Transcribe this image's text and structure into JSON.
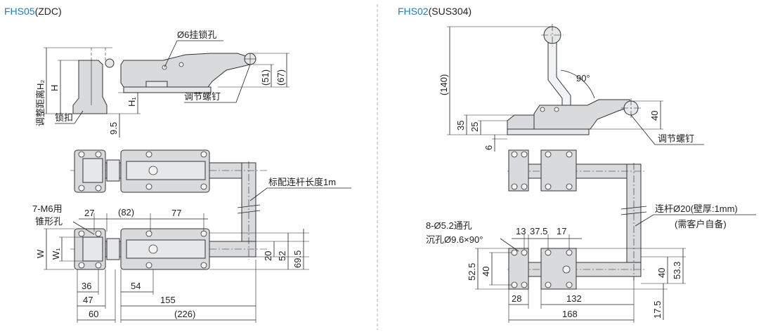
{
  "left": {
    "model_code": "FHS05",
    "material": "(ZDC)",
    "labels": {
      "lock_hole": "Ø6挂锁孔",
      "adjust_screw": "调节螺钉",
      "adjust_distance": "调整距离H₂",
      "buckle": "锁扣",
      "rod_standard": "标配连杆长度1m",
      "m6_line1": "7-M6用",
      "m6_line2": "锥形孔"
    },
    "dims": {
      "H": "H",
      "H1": "H₁",
      "d9_5": "9.5",
      "d51": "(51)",
      "d67": "(67)",
      "d27": "27",
      "d82": "(82)",
      "d77": "77",
      "W": "W",
      "W1": "W₁",
      "d36": "36",
      "d54": "54",
      "d47": "47",
      "d155": "155",
      "d60": "60",
      "d226": "(226)",
      "d20": "20",
      "d52": "52",
      "d69_5": "69.5"
    }
  },
  "right": {
    "model_code": "FHS02",
    "material": "(SUS304)",
    "labels": {
      "adjust_screw": "调节螺钉",
      "rod_line1": "连杆Ø20(壁厚:1mm)",
      "rod_line2": "(需客户自备)",
      "hole_line1": "8-Ø5.2通孔",
      "hole_line2": "沉孔Ø9.6×90°"
    },
    "dims": {
      "d140": "(140)",
      "d90": "90°",
      "d35": "35",
      "d25": "25",
      "d40_side": "40",
      "d6": "6",
      "d13": "13",
      "d37_5": "37.5",
      "d17": "17",
      "d52_5": "52.5",
      "d40_l": "40",
      "d28": "28",
      "d132": "132",
      "d168": "168",
      "d40_r": "40",
      "d53_3": "53.3",
      "d17_5": "17.5"
    }
  }
}
